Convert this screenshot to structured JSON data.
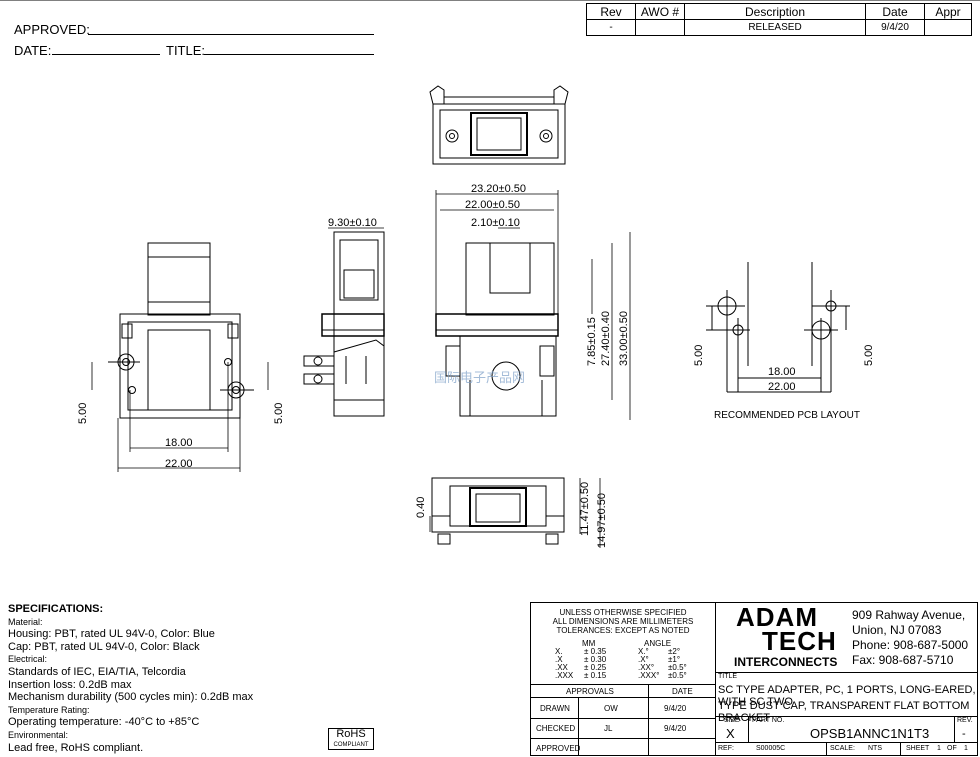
{
  "header": {
    "approved_label": "APPROVED:",
    "date_label": "DATE:",
    "title_label": "TITLE:"
  },
  "revision_table": {
    "headers": [
      "Rev",
      "AWO #",
      "Description",
      "Date",
      "Appr"
    ],
    "row": [
      "-",
      "",
      "RELEASED",
      "9/4/20",
      ""
    ]
  },
  "dimensions": {
    "top_width": "23.20±0.50",
    "inner_width": "22.00±0.50",
    "slot": "2.10±0.10",
    "depth": "9.30±0.10",
    "h1": "7.85±0.15",
    "h2": "27.40±0.40",
    "h3": "33.00±0.50",
    "left_spacing_18": "18.00",
    "left_spacing_22": "22.00",
    "left_v5": "5.00",
    "right_v5": "5.00",
    "bottom_04": "0.40",
    "bottom_h1": "11.47±0.50",
    "bottom_h2": "14.97±0.50",
    "pcb_18": "18.00",
    "pcb_22": "22.00",
    "pcb_v5_left": "5.00",
    "pcb_v5_right": "5.00",
    "pcb_title": "RECOMMENDED PCB LAYOUT"
  },
  "watermark": "国际电子产品网",
  "specs": {
    "title": "SPECIFICATIONS:",
    "material_label": "Material:",
    "housing": "Housing: PBT, rated UL 94V-0, Color: Blue",
    "cap": "Cap: PBT, rated UL 94V-0, Color: Black",
    "electrical_label": "Electrical:",
    "standards": "Standards of IEC, EIA/TIA, Telcordia",
    "insertion": "Insertion loss: 0.2dB max",
    "mechanism": "Mechanism durability (500 cycles min): 0.2dB max",
    "temp_label": "Temperature Rating:",
    "operating": "Operating temperature: -40°C to +85°C",
    "env_label": "Environmental:",
    "lead": "Lead free, RoHS compliant.",
    "rohs_1": "RoHS",
    "rohs_2": "COMPLIANT"
  },
  "tolerance": {
    "line1": "UNLESS OTHERWISE SPECIFIED",
    "line2": "ALL DIMENSIONS ARE MILLIMETERS",
    "line3": "TOLERANCES: EXCEPT AS NOTED",
    "mm_label": "MM",
    "angle_label": "ANGLE",
    "rows": [
      [
        "X.",
        "± 0.35",
        "X.°",
        "±2°"
      ],
      [
        ".X",
        "± 0.30",
        ".X°",
        "±1°"
      ],
      [
        ".XX",
        "± 0.25",
        ".XX°",
        "±0.5°"
      ],
      [
        ".XXX",
        "± 0.15",
        ".XXX°",
        "±0.5°"
      ]
    ],
    "approvals": "APPROVALS",
    "date": "DATE",
    "drawn": "DRAWN",
    "drawn_by": "OW",
    "drawn_date": "9/4/20",
    "checked": "CHECKED",
    "checked_by": "JL",
    "checked_date": "9/4/20",
    "approved": "APPROVED"
  },
  "company": {
    "logo_1": "ADAM",
    "logo_2": "TECH",
    "logo_3": "INTERCONNECTS",
    "addr1": "909 Rahway Avenue,",
    "addr2": "Union, NJ 07083",
    "phone": "Phone: 908-687-5000",
    "fax": "Fax: 908-687-5710"
  },
  "title_block": {
    "title_label": "TITLE",
    "title_1": "SC TYPE ADAPTER, PC, 1 PORTS, LONG-EARED, WITH SC TWO",
    "title_2": "TYPE DUST CAP, TRANSPARENT FLAT BOTTOM BRACKET",
    "size_label": "SIZE",
    "size": "X",
    "part_label": "PART NO.",
    "part": "OPSB1ANNC1N1T3",
    "rev_label": "REV.",
    "rev": "-",
    "ref_label": "REF:",
    "ref": "S00005C",
    "scale_label": "SCALE:",
    "scale": "NTS",
    "sheet_label": "SHEET",
    "sheet": "1",
    "of_label": "OF",
    "of": "1"
  }
}
